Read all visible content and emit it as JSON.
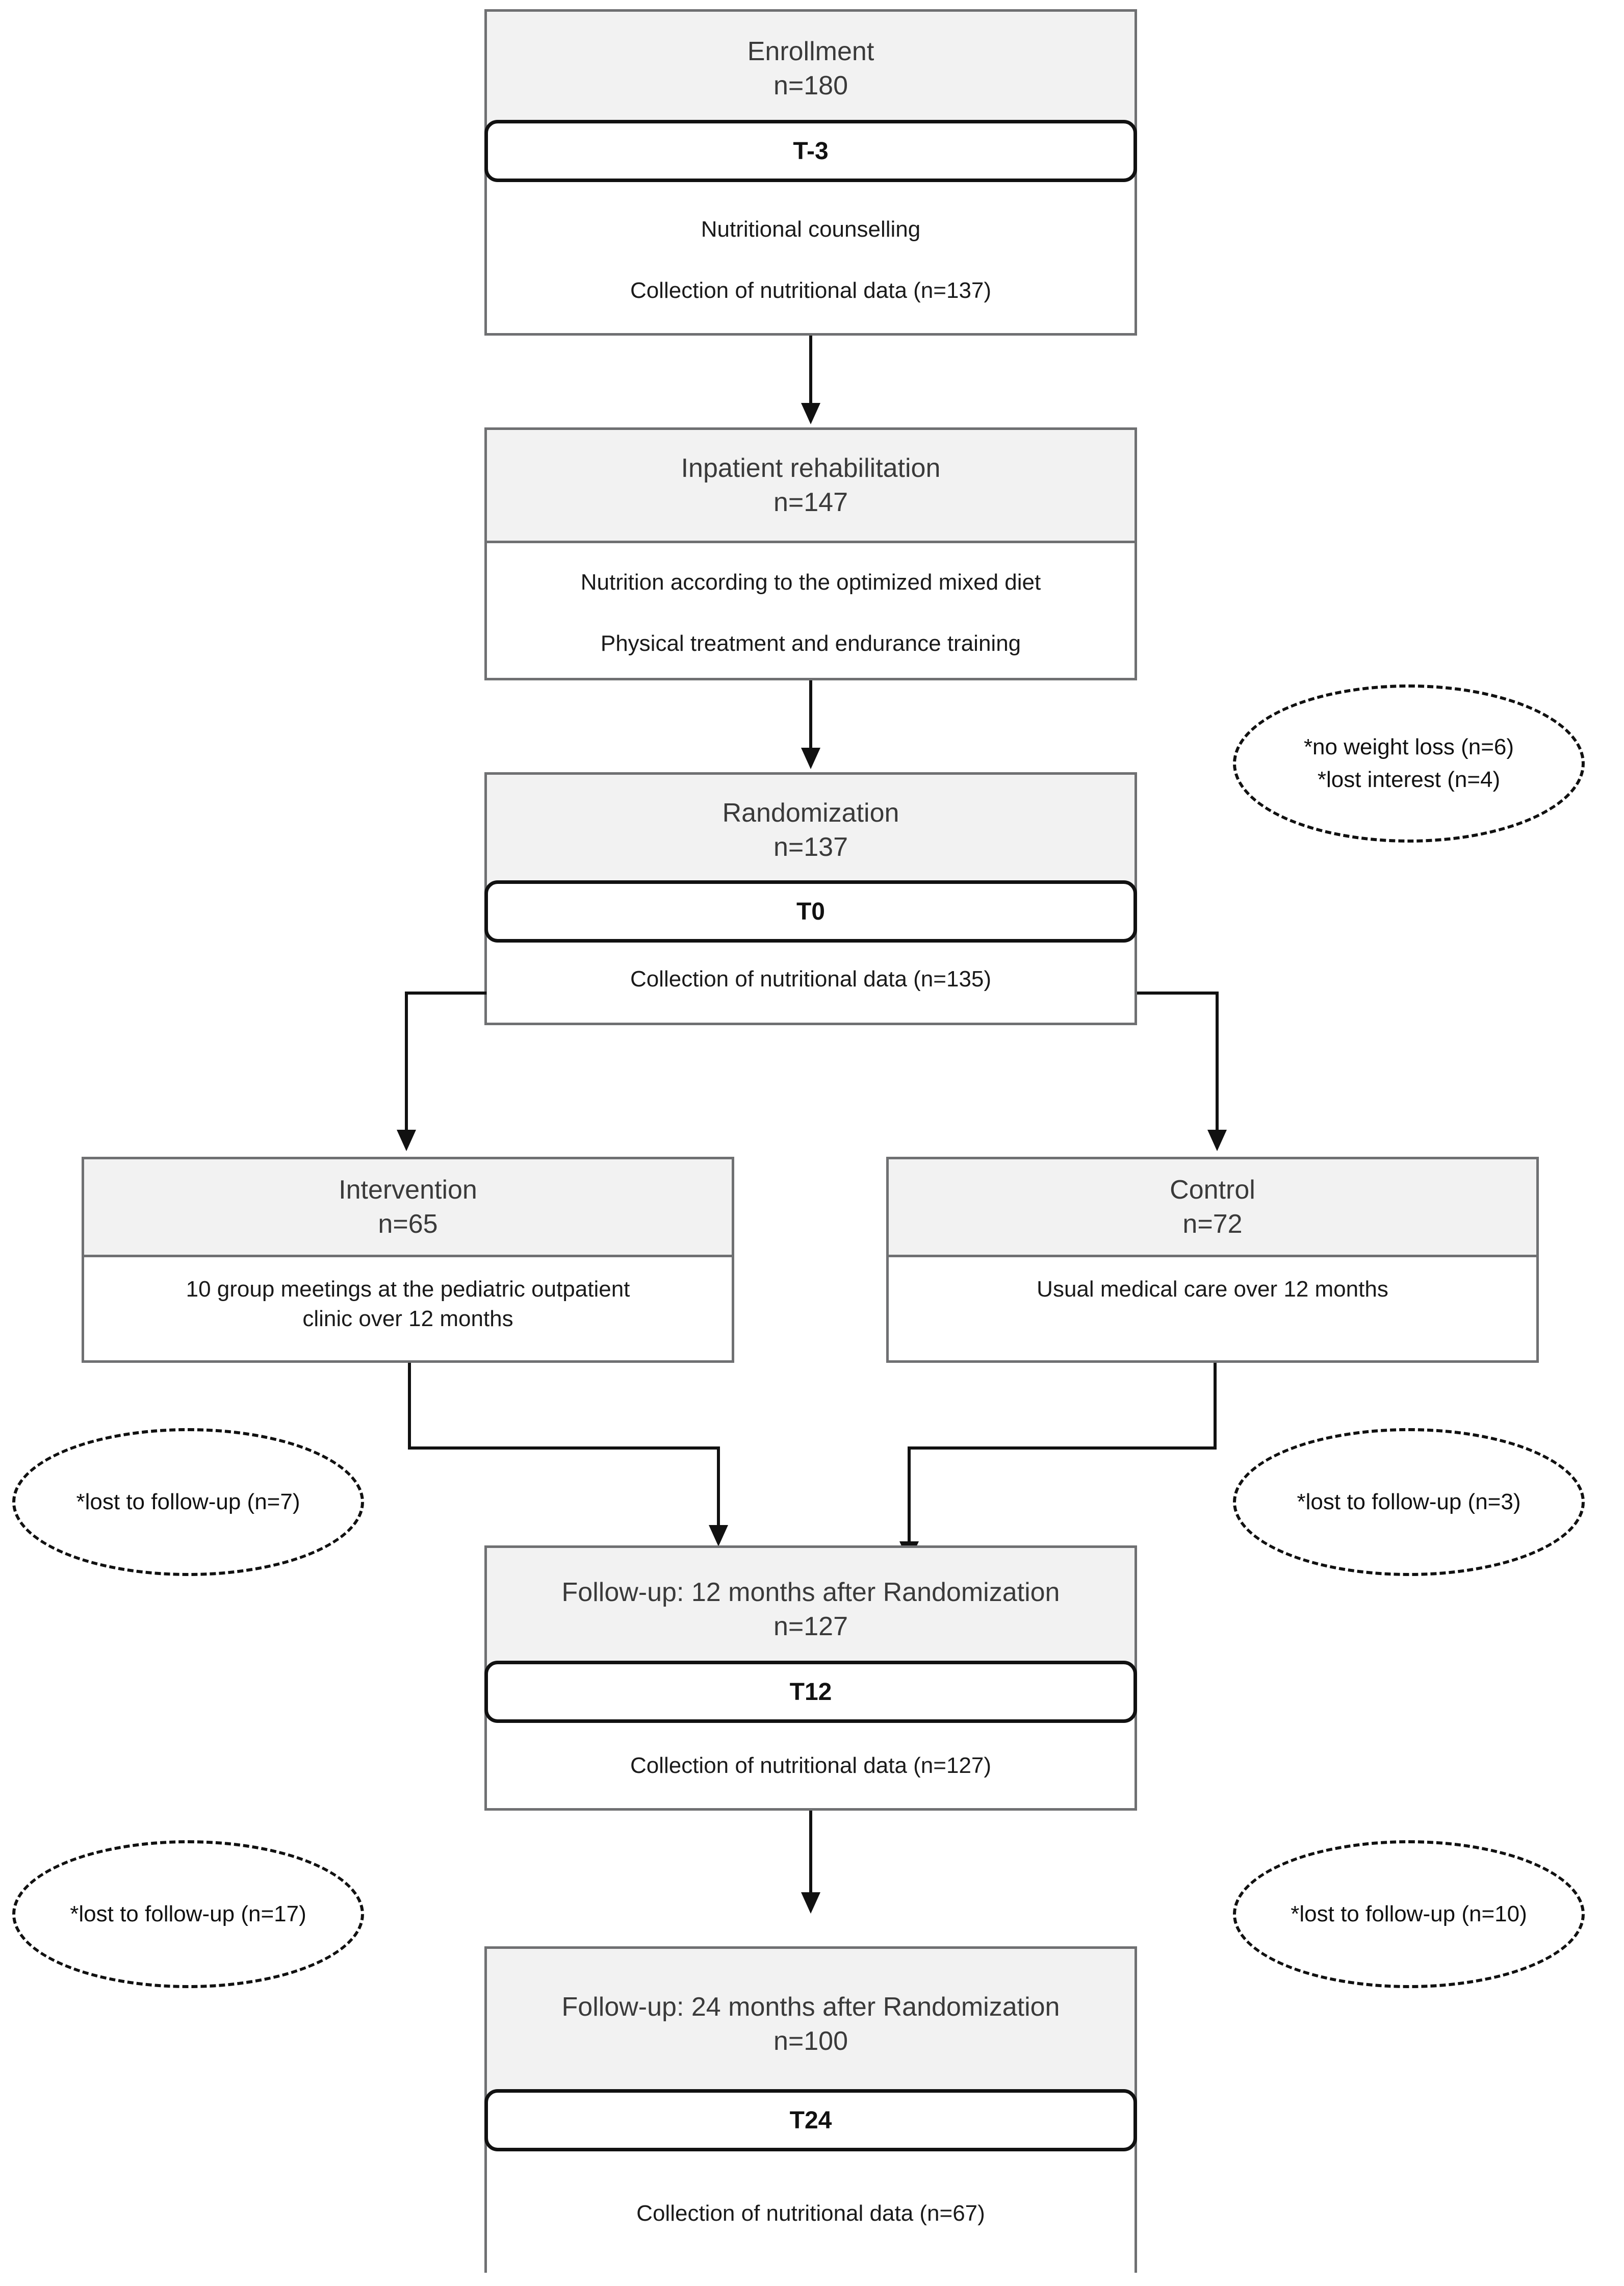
{
  "diagram": {
    "title": "CONSORT-style participant flow diagram",
    "colors": {
      "box_border": "#6f7072",
      "header_fill": "#f2f2f2",
      "pill_border": "#111111",
      "connector": "#111111",
      "text": "#1a1a1a"
    }
  },
  "nodes": {
    "enrollment": {
      "header_title": "Enrollment",
      "header_count": "n=180",
      "timepoint": "T-3",
      "body_line1": "Nutritional counselling",
      "body_line2": "Collection of nutritional data (n=137)"
    },
    "inpatient": {
      "header_title": "Inpatient rehabilitation",
      "header_count": "n=147",
      "body_line1": "Nutrition according to the optimized mixed diet",
      "body_line2": "Physical treatment and endurance training"
    },
    "randomization": {
      "header_title": "Randomization",
      "header_count": "n=137",
      "timepoint": "T0",
      "body_line1": "Collection of nutritional data (n=135)"
    },
    "intervention": {
      "header_title": "Intervention",
      "header_count": "n=65",
      "body_line1": "10 group meetings at the pediatric outpatient",
      "body_line2": "clinic over 12 months"
    },
    "control": {
      "header_title": "Control",
      "header_count": "n=72",
      "body_line1": "Usual medical care over 12 months"
    },
    "followup12": {
      "header_title": "Follow-up: 12 months after Randomization",
      "header_count": "n=127",
      "timepoint": "T12",
      "body_line1": "Collection of nutritional data (n=127)"
    },
    "followup24": {
      "header_title": "Follow-up: 24 months after Randomization",
      "header_count": "n=100",
      "timepoint": "T24",
      "body_line1": "Collection of nutritional data (n=67)"
    }
  },
  "annotations": {
    "dropout_randomization": {
      "line1": "*no weight loss (n=6)",
      "line2": "*lost interest (n=4)"
    },
    "lost_intervention_12": {
      "line1": "*lost to follow-up (n=7)"
    },
    "lost_control_12": {
      "line1": "*lost to follow-up (n=3)"
    },
    "lost_intervention_24": {
      "line1": "*lost to follow-up (n=17)"
    },
    "lost_control_24": {
      "line1": "*lost to follow-up (n=10)"
    }
  }
}
